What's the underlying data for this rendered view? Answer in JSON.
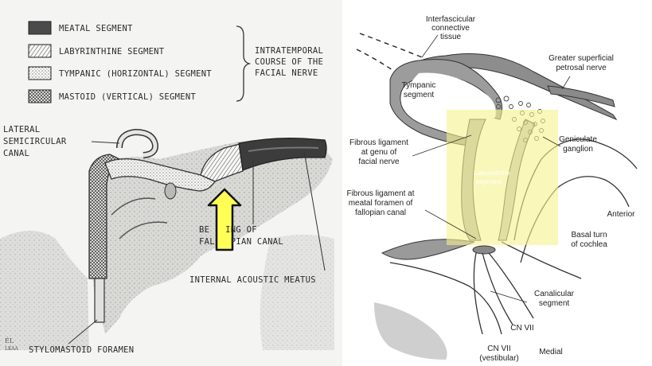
{
  "left_figure": {
    "legend": [
      {
        "label": "MEATAL SEGMENT",
        "pattern": "dark"
      },
      {
        "label": "LABYRINTHINE SEGMENT",
        "pattern": "lines"
      },
      {
        "label": "TYMPANIC (HORIZONTAL) SEGMENT",
        "pattern": "dots"
      },
      {
        "label": "MASTOID (VERTICAL) SEGMENT",
        "pattern": "crosshatch"
      }
    ],
    "brace_label": [
      "INTRATEMPORAL",
      "COURSE OF THE",
      "FACIAL NERVE"
    ],
    "labels": {
      "lateral_canal": [
        "LATERAL",
        "SEMICIRCULAR",
        "CANAL"
      ],
      "fallopian": [
        "BE   ING OF",
        "FAL   PIAN CANAL"
      ],
      "internal_meatus": "INTERNAL ACOUSTIC MEATUS",
      "stylomastoid": "STYLOMASTOID FORAMEN",
      "signature": [
        "ÉL",
        "LKAA"
      ]
    },
    "arrow_color": "#ffff55"
  },
  "right_figure": {
    "highlight_color": "#f5f18a",
    "labels": {
      "interfascicular": [
        "Interfascicular",
        "connective",
        "tissue"
      ],
      "greater_petrosal": [
        "Greater superficial",
        "petrosal nerve"
      ],
      "tympanic": [
        "Tympanic",
        "segment"
      ],
      "fibrous_genu": [
        "Fibrous ligament",
        "at genu of",
        "facial nerve"
      ],
      "geniculate": [
        "Geniculate",
        "ganglion"
      ],
      "labyrinthine": [
        "Labyrinthine",
        "segment"
      ],
      "fibrous_meatal": [
        "Fibrous ligament at",
        "meatal foramen of",
        "fallopian canal"
      ],
      "anterior": "Anterior",
      "basal_turn": [
        "Basal turn",
        "of cochlea"
      ],
      "canalicular": [
        "Canalicular",
        "segment"
      ],
      "cn7": "CN VII",
      "cn7_vestibular": [
        "CN VII",
        "(vestibular)"
      ],
      "medial": "Medial"
    }
  }
}
